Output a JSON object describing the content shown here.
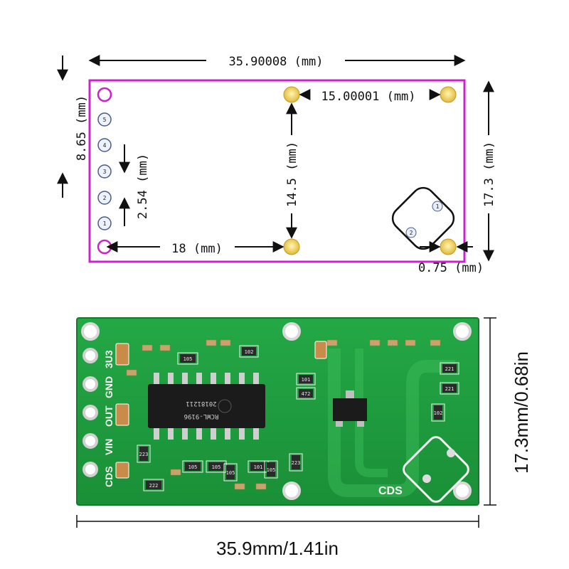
{
  "drawing": {
    "width_label": "35.90008 (mm)",
    "pin_pitch_label": "2.54 (mm)",
    "left_height_label": "8.65 (mm)",
    "hole_spacing_label": "15.00001 (mm)",
    "hole_vertical_label": "14.5 (mm)",
    "bottom_offset_label": "18 (mm)",
    "right_height_label": "17.3 (mm)",
    "hole_edge_label": "0.75 (mm)",
    "pin_numbers": [
      "5",
      "4",
      "3",
      "2",
      "1"
    ],
    "sensor_pin_numbers": [
      "1",
      "2"
    ],
    "outline_color": "#cc22cc"
  },
  "board": {
    "pin_labels": [
      "CDS",
      "VIN",
      "OUT",
      "GND",
      "3U3"
    ],
    "cds_label": "CDS",
    "ic_label_top": "20181211",
    "ic_label_bottom": "RCWL-9196",
    "resistor_labels": [
      "105",
      "101",
      "102",
      "105",
      "101",
      "472",
      "221",
      "102",
      "221",
      "223",
      "223",
      "222",
      "105",
      "105",
      "105"
    ],
    "pcb_color": "#1e9b3c"
  },
  "photo_dimensions": {
    "width_label": "35.9mm/1.41in",
    "height_label": "17.3mm/0.68in"
  }
}
